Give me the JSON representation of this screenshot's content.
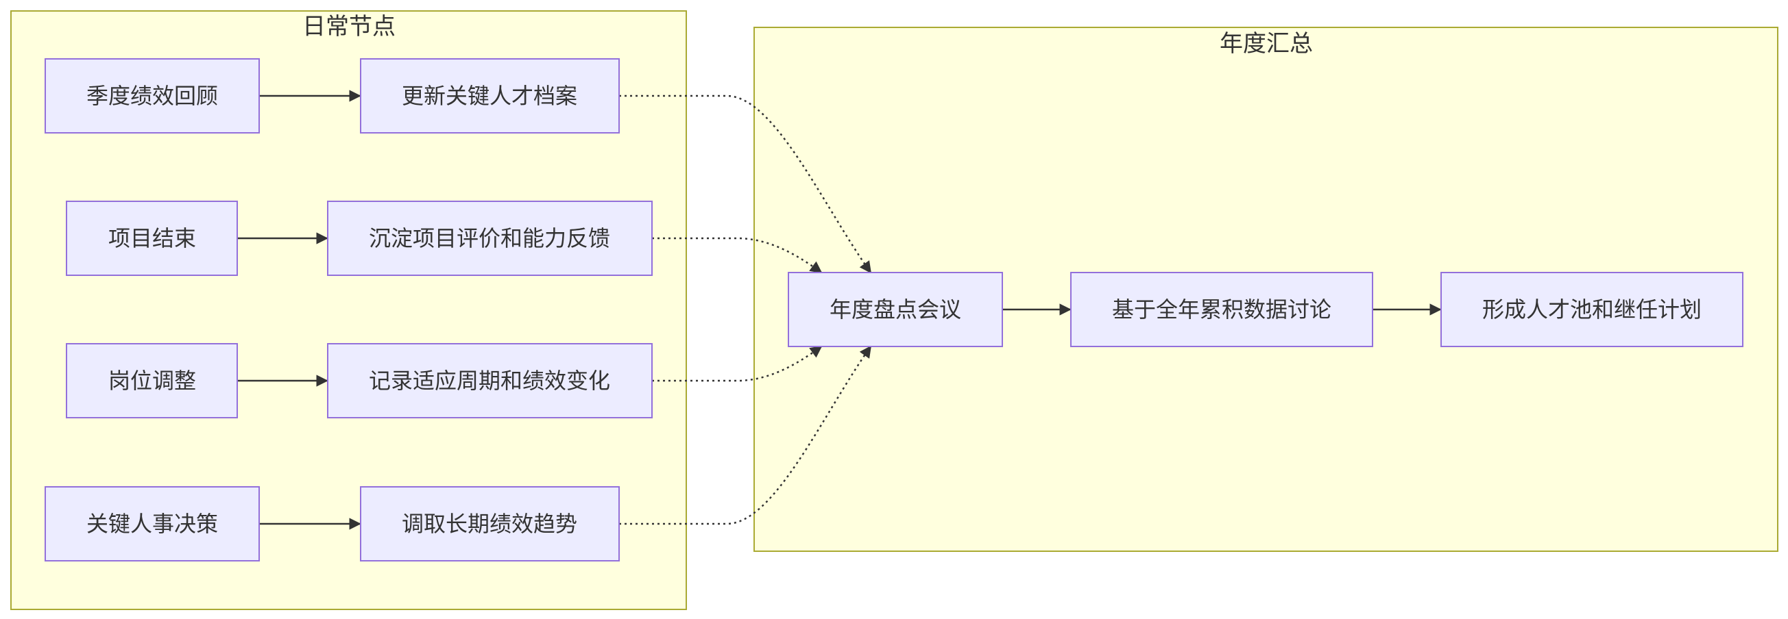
{
  "clusters": {
    "daily": {
      "title": "日常节点"
    },
    "annual": {
      "title": "年度汇总"
    }
  },
  "nodes": {
    "quarterly_review": "季度绩效回顾",
    "update_profile": "更新关键人才档案",
    "project_end": "项目结束",
    "project_feedback": "沉淀项目评价和能力反馈",
    "job_change": "岗位调整",
    "record_adaptation": "记录适应周期和绩效变化",
    "key_decision": "关键人事决策",
    "retrieve_trend": "调取长期绩效趋势",
    "annual_meeting": "年度盘点会议",
    "full_year_discussion": "基于全年累积数据讨论",
    "talent_pool": "形成人才池和继任计划"
  },
  "colors": {
    "cluster_fill": "#ffffde",
    "cluster_stroke": "#aaaa33",
    "node_fill": "#ececff",
    "node_stroke": "#9370db",
    "edge": "#333333"
  }
}
